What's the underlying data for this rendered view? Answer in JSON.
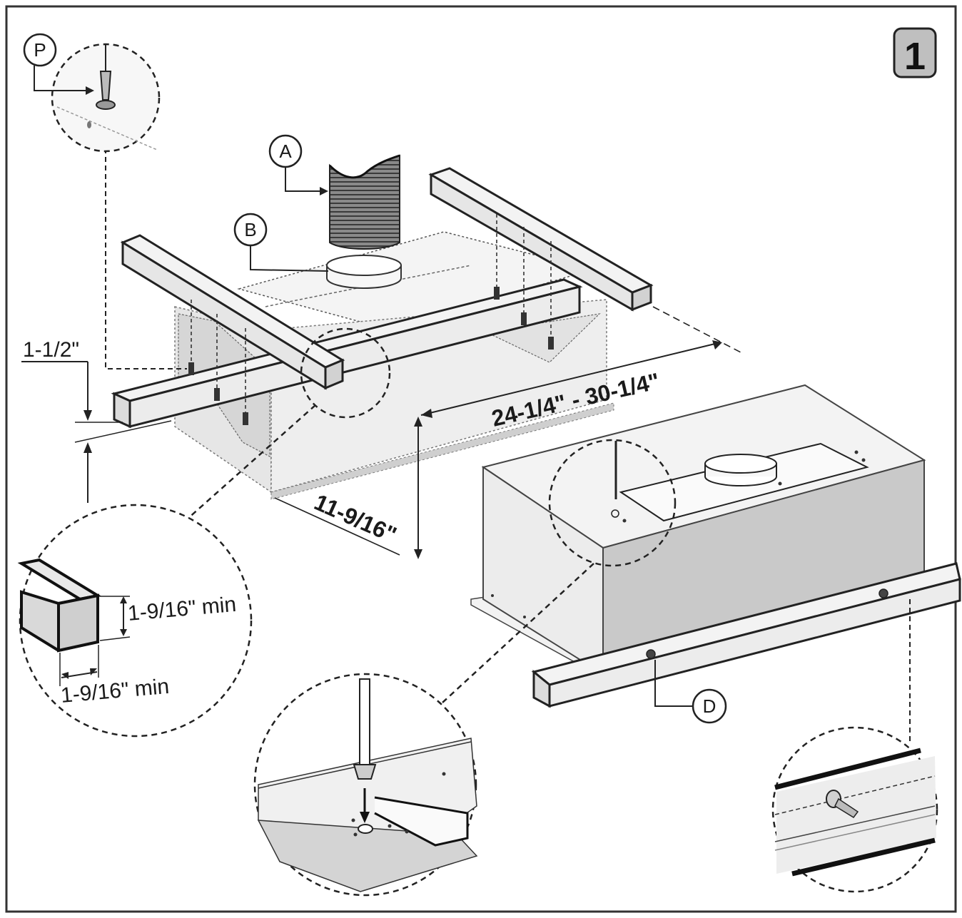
{
  "step_number": "1",
  "callouts": {
    "P": "P",
    "A": "A",
    "B": "B",
    "D": "D"
  },
  "dimensions": {
    "frame_offset": "1-1/2\"",
    "opening_width": "24-1/4\" - 30-1/4\"",
    "depth": "11-9/16\"",
    "beam_height_min": "1-9/16\" min",
    "beam_width_min": "1-9/16\" min"
  },
  "colors": {
    "frame": "#333333",
    "panel_light": "#f1f1f1",
    "panel_mid": "#d9d9d9",
    "panel_dark": "#bdbdbd",
    "step_badge": "#bfbfbf"
  }
}
